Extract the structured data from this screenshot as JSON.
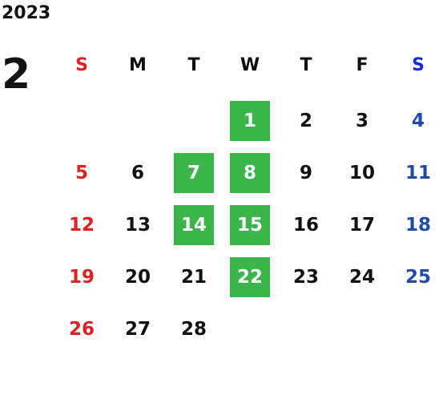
{
  "calendar": {
    "year": "2023",
    "month": "2",
    "weekdays": [
      "S",
      "M",
      "T",
      "W",
      "T",
      "F",
      "S"
    ],
    "first_weekday_index": 3,
    "days": [
      "1",
      "2",
      "3",
      "4",
      "5",
      "6",
      "7",
      "8",
      "9",
      "10",
      "11",
      "12",
      "13",
      "14",
      "15",
      "16",
      "17",
      "18",
      "19",
      "20",
      "21",
      "22",
      "23",
      "24",
      "25",
      "26",
      "27",
      "28"
    ],
    "highlighted_days": [
      "1",
      "7",
      "8",
      "14",
      "15",
      "22"
    ],
    "colors": {
      "highlight_bg": "#39b54a",
      "highlight_text": "#ffffff",
      "sunday": "#e02020",
      "saturday": "#1f4aa8",
      "saturday_header": "#1a2bd6",
      "weekday": "#111111"
    }
  }
}
